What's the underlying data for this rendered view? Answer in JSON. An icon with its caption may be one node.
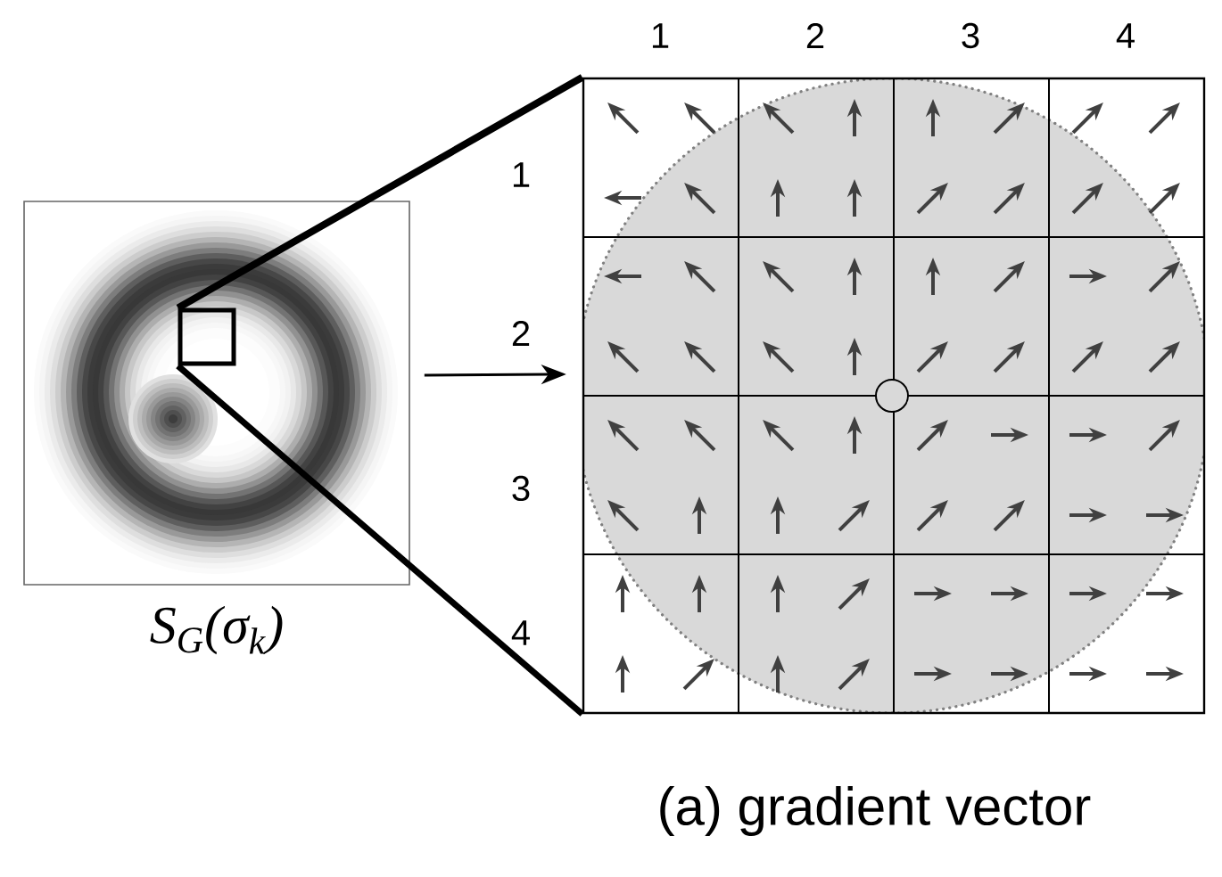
{
  "diagram": {
    "caption": "(a) gradient vector",
    "nodes": [
      {
        "text": [],
        "shape": "picture",
        "beside": [
          "S$_{G}$(σ$_{k}$)"
        ]
      },
      {
        "text": [],
        "shape": "picture"
      },
      {
        "text": [],
        "shape": "box",
        "in": 0
      }
    ],
    "edges": [
      {
        "from": 2,
        "to": 1,
        "arrow": "none"
      },
      {
        "from": 2,
        "to": 1,
        "arrow": "none"
      },
      {
        "from": 0,
        "to": 1,
        "arrow": "to"
      }
    ],
    "labels": [
      "1",
      "2",
      "3",
      "4",
      "1",
      "2",
      "3",
      "4"
    ]
  }
}
